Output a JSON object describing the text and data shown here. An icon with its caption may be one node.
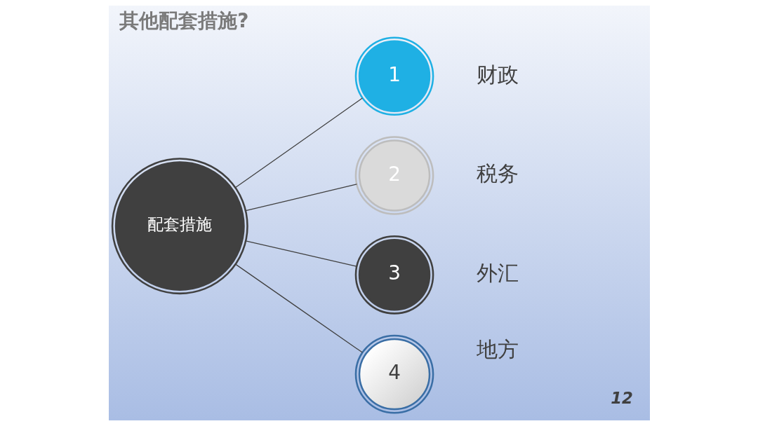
{
  "diagram": {
    "title": "其他配套措施?",
    "nodes": [
      {
        "text": [
          "配套措施"
        ]
      },
      {
        "text": [
          "1"
        ],
        "beside": [
          "财政"
        ]
      },
      {
        "text": [
          "2"
        ],
        "beside": [
          "税务"
        ]
      },
      {
        "text": [
          "3"
        ],
        "beside": [
          "外汇"
        ]
      },
      {
        "text": [
          "4"
        ],
        "beside": [
          "地方"
        ]
      }
    ],
    "edges": [
      {
        "from": 0,
        "to": 1,
        "arrow": "none"
      },
      {
        "from": 0,
        "to": 2,
        "arrow": "none"
      },
      {
        "from": 0,
        "to": 3,
        "arrow": "none"
      },
      {
        "from": 0,
        "to": 4,
        "arrow": "none"
      }
    ],
    "labels": [
      "12"
    ]
  }
}
